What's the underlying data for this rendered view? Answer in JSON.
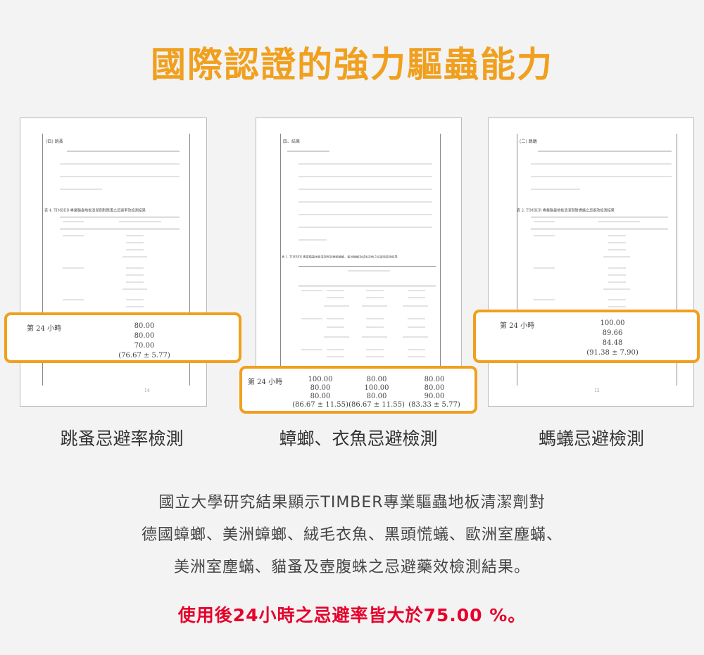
{
  "title": "國際認證的強力驅蟲能力",
  "panels": [
    {
      "caption": "跳蚤忌避率檢測",
      "page_number": "14",
      "header": "(四) 跳蚤",
      "table_title": "表 4. TIMBER 專業驅蟲地板清潔劑對跳蚤之忌避率效檢測結果",
      "callout": {
        "label": "第 24 小時",
        "values": [
          "80.00",
          "80.00",
          "70.00",
          "(76.67 ± 5.77)"
        ]
      }
    },
    {
      "caption": "蟑螂、衣魚忌避檢測",
      "page_number": "",
      "header": "四、結果",
      "table_title": "表 1. TIMBER 專業驅蟲地板清潔劑對德國蟑螂、美洲蟑螂及絨毛衣魚之忌避效檢測結果",
      "callout": {
        "label": "第 24 小時",
        "columns": [
          [
            "100.00",
            "80.00",
            "80.00",
            "(86.67 ± 11.55)"
          ],
          [
            "80.00",
            "100.00",
            "80.00",
            "(86.67 ± 11.55)"
          ],
          [
            "80.00",
            "80.00",
            "90.00",
            "(83.33 ± 5.77)"
          ]
        ]
      }
    },
    {
      "caption": "螞蟻忌避檢測",
      "page_number": "12",
      "header": "(二) 螞蟻",
      "table_title": "表 2. TIMBER 專業驅蟲地板清潔劑對螞蟻之忌避效檢測結果",
      "callout": {
        "label": "第 24 小時",
        "values": [
          "100.00",
          "89.66",
          "84.48",
          "(91.38 ± 7.90)"
        ]
      }
    }
  ],
  "description": [
    "國立大學研究結果顯示TIMBER專業驅蟲地板清潔劑對",
    "德國蟑螂、美洲蟑螂、絨毛衣魚、黑頭慌蟻、歐洲室塵蟎、",
    "美洲室塵蟎、貓蚤及壺腹蛛之忌避藥效檢測結果。"
  ],
  "highlight": "使用後24小時之忌避率皆大於75.00 %。",
  "colors": {
    "accent": "#f0a01e",
    "highlight": "#e6002c"
  }
}
